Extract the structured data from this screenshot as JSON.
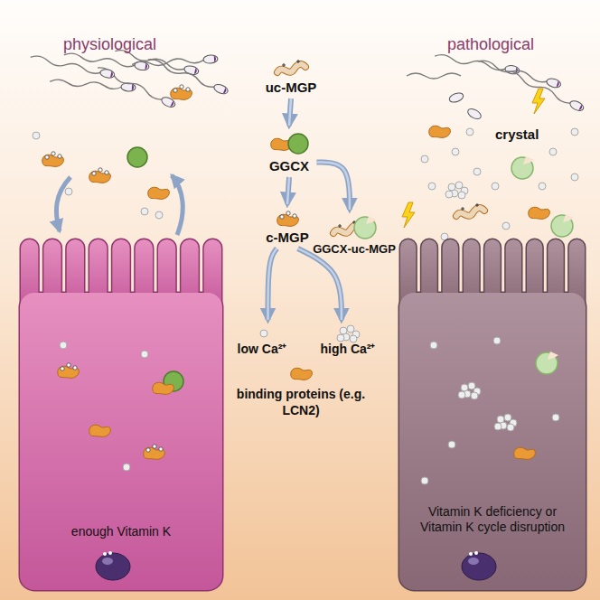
{
  "diagram": {
    "nodes": [
      {
        "text": [
          "enough Vitamin K"
        ]
      },
      {
        "text": [
          "Vitamin K deficiency or Vitamin K cycle disruption"
        ]
      },
      {
        "text": [
          "uc-MGP"
        ]
      },
      {
        "text": [
          "GGCX"
        ]
      },
      {
        "text": [
          "c-MGP"
        ]
      },
      {
        "text": [
          "GGCX-uc-MGP"
        ]
      },
      {
        "text": [
          "low Ca²⁺"
        ]
      },
      {
        "text": [
          "high Ca²⁺"
        ]
      }
    ],
    "edges": [
      {
        "from": 2,
        "to": 3,
        "arrow": "to"
      },
      {
        "from": 3,
        "to": 4,
        "arrow": "to"
      },
      {
        "from": 3,
        "to": 5,
        "arrow": "to"
      },
      {
        "from": 4,
        "to": 6,
        "arrow": "to"
      },
      {
        "from": 4,
        "to": 7,
        "arrow": "to"
      }
    ],
    "labels": [
      "physiological",
      "pathological",
      "binding proteins (e.g. LCN2)",
      "crystal"
    ]
  }
}
